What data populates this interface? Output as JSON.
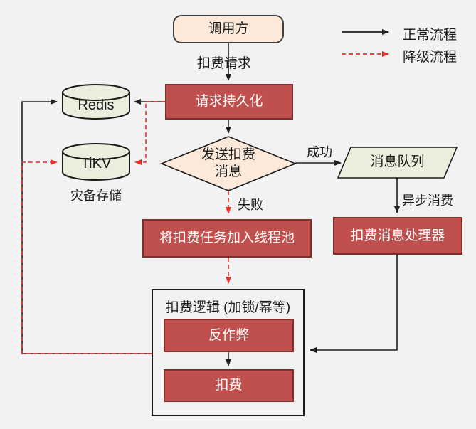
{
  "legend": {
    "normal_label": "正常流程",
    "degraded_label": "降级流程"
  },
  "nodes": {
    "caller": "调用方",
    "persist": "请求持久化",
    "redis": "Redis",
    "tikv": "TiKV",
    "tikv_caption": "灾备存储",
    "decision": "发送扣费\n消息",
    "queue": "消息队列",
    "processor": "扣费消息处理器",
    "threadpool": "将扣费任务加入线程池",
    "logic_container_title": "扣费逻辑 (加锁/幂等)",
    "anticheat": "反作弊",
    "deduct": "扣费"
  },
  "edge_labels": {
    "request": "扣费请求",
    "success": "成功",
    "fail": "失败",
    "async_consume": "异步消费"
  },
  "colors": {
    "background": "#f2f2f2",
    "red_box_fill": "#c0504d",
    "red_box_border": "#7f2f2c",
    "cream_fill": "#fce9d9",
    "store_fill": "#eceedd",
    "normal_line": "#1f1f1f",
    "degraded_line": "#e5312b"
  }
}
